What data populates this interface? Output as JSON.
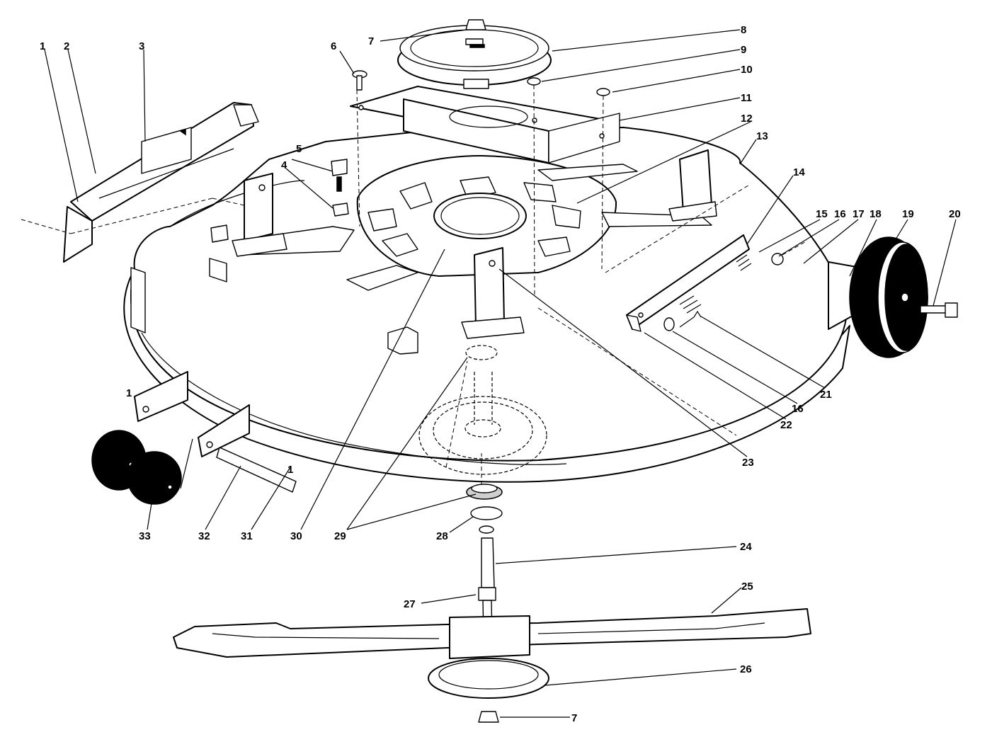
{
  "callouts": [
    {
      "id": "c1",
      "text": "1"
    },
    {
      "id": "c2",
      "text": "2"
    },
    {
      "id": "c3",
      "text": "3"
    },
    {
      "id": "c4",
      "text": "4"
    },
    {
      "id": "c5",
      "text": "5"
    },
    {
      "id": "c6",
      "text": "6"
    },
    {
      "id": "c7a",
      "text": "7"
    },
    {
      "id": "c8",
      "text": "8"
    },
    {
      "id": "c9",
      "text": "9"
    },
    {
      "id": "c10",
      "text": "10"
    },
    {
      "id": "c11",
      "text": "11"
    },
    {
      "id": "c12",
      "text": "12"
    },
    {
      "id": "c13",
      "text": "13"
    },
    {
      "id": "c14",
      "text": "14"
    },
    {
      "id": "c15",
      "text": "15"
    },
    {
      "id": "c16a",
      "text": "16"
    },
    {
      "id": "c17",
      "text": "17"
    },
    {
      "id": "c18",
      "text": "18"
    },
    {
      "id": "c19",
      "text": "19"
    },
    {
      "id": "c20",
      "text": "20"
    },
    {
      "id": "c21",
      "text": "21"
    },
    {
      "id": "c16b",
      "text": "16"
    },
    {
      "id": "c22",
      "text": "22"
    },
    {
      "id": "c23",
      "text": "23"
    },
    {
      "id": "c24",
      "text": "24"
    },
    {
      "id": "c25",
      "text": "25"
    },
    {
      "id": "c26",
      "text": "26"
    },
    {
      "id": "c7b",
      "text": "7"
    },
    {
      "id": "c27",
      "text": "27"
    },
    {
      "id": "c28",
      "text": "28"
    },
    {
      "id": "c29",
      "text": "29"
    },
    {
      "id": "c30",
      "text": "30"
    },
    {
      "id": "c31",
      "text": "31"
    },
    {
      "id": "c32",
      "text": "32"
    },
    {
      "id": "c33",
      "text": "33"
    },
    {
      "id": "c1b",
      "text": "1"
    },
    {
      "id": "c1c",
      "text": "1"
    }
  ]
}
